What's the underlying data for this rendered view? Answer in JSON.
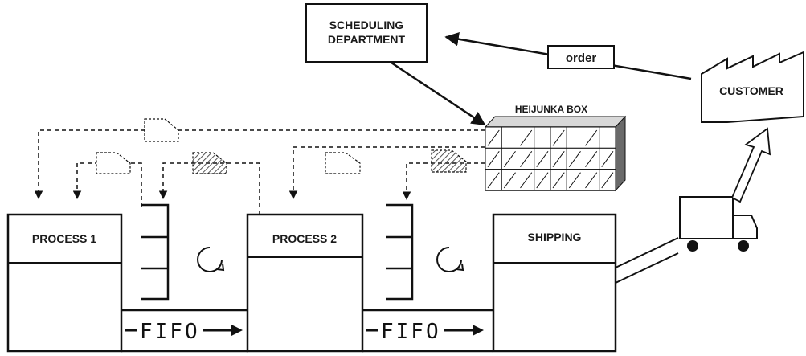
{
  "scheduling": {
    "line1": "SCHEDULING",
    "line2": "DEPARTMENT"
  },
  "order_label": "order",
  "customer_label": "CUSTOMER",
  "heijunka_label": "HEIJUNKA BOX",
  "processes": [
    {
      "label": "PROCESS 1"
    },
    {
      "label": "PROCESS 2"
    },
    {
      "label": "SHIPPING"
    }
  ],
  "fifo_lanes": [
    {
      "label": "FIFO"
    },
    {
      "label": "FIFO"
    }
  ],
  "icons": {
    "kanban_withdrawal": "kanban-card-icon",
    "kanban_production": "hatched-kanban-icon",
    "supermarket": "supermarket-icon",
    "pull_arrow": "pull-circular-arrow-icon",
    "factory": "factory-icon",
    "truck": "truck-icon"
  },
  "colors": {
    "line": "#111111",
    "background": "#ffffff"
  }
}
